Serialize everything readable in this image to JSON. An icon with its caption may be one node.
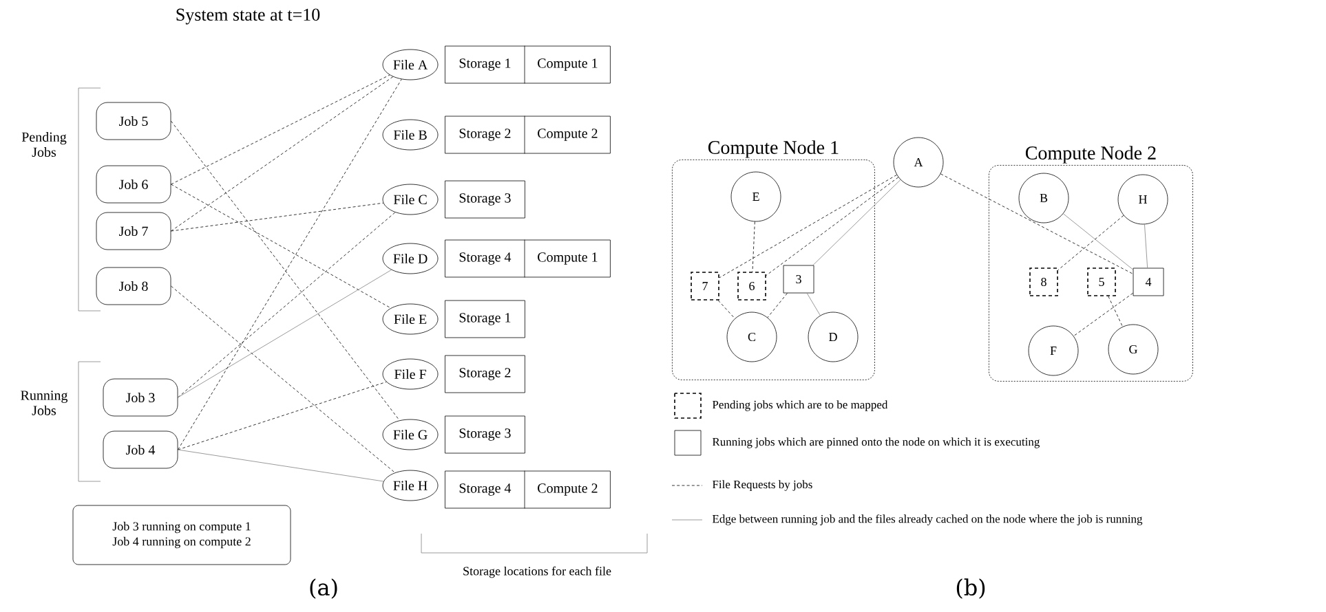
{
  "diagram": {
    "title": "System state at t=10",
    "nodes": [
      {
        "text": [
          "Job 5"
        ]
      },
      {
        "text": [
          "Job 6"
        ]
      },
      {
        "text": [
          "Job 7"
        ]
      },
      {
        "text": [
          "Job 8"
        ]
      },
      {
        "text": [
          "Job 3"
        ]
      },
      {
        "text": [
          "Job 4"
        ]
      },
      {
        "text": [
          "File A"
        ]
      },
      {
        "text": [
          "File B"
        ]
      },
      {
        "text": [
          "File C"
        ]
      },
      {
        "text": [
          "File D"
        ]
      },
      {
        "text": [
          "File E"
        ]
      },
      {
        "text": [
          "File F"
        ]
      },
      {
        "text": [
          "File G"
        ]
      },
      {
        "text": [
          "File H"
        ]
      },
      {
        "text": [
          "Storage 1",
          "Compute 1"
        ]
      },
      {
        "text": [
          "Storage 2",
          "Compute 2"
        ]
      },
      {
        "text": [
          "Storage 3"
        ]
      },
      {
        "text": [
          "Storage 4",
          "Compute 1"
        ]
      },
      {
        "text": [
          "Storage 1"
        ]
      },
      {
        "text": [
          "Storage 2"
        ]
      },
      {
        "text": [
          "Storage 3"
        ]
      },
      {
        "text": [
          "Storage 4",
          "Compute 2"
        ]
      },
      {
        "text": [
          "Job 3 running on compute 1",
          "Job 4 running on compute 2"
        ]
      },
      {
        "text": [
          "Compute Node 1"
        ]
      },
      {
        "text": [
          "E"
        ],
        "in": 23
      },
      {
        "text": [
          "7"
        ],
        "in": 23
      },
      {
        "text": [
          "6"
        ],
        "in": 23
      },
      {
        "text": [
          "3"
        ],
        "in": 23
      },
      {
        "text": [
          "C"
        ],
        "in": 23
      },
      {
        "text": [
          "D"
        ],
        "in": 23
      },
      {
        "text": [
          "A"
        ]
      },
      {
        "text": [
          "Compute Node 2"
        ]
      },
      {
        "text": [
          "B"
        ],
        "in": 31
      },
      {
        "text": [
          "H"
        ],
        "in": 31
      },
      {
        "text": [
          "8"
        ],
        "in": 31
      },
      {
        "text": [
          "5"
        ],
        "in": 31
      },
      {
        "text": [
          "4"
        ],
        "in": 31
      },
      {
        "text": [
          "F"
        ],
        "in": 31
      },
      {
        "text": [
          "G"
        ],
        "in": 31
      }
    ],
    "edges": [
      {
        "from": 0,
        "to": 12,
        "arrow": "none",
        "style": "dashed"
      },
      {
        "from": 1,
        "to": 6,
        "arrow": "none",
        "style": "dashed"
      },
      {
        "from": 1,
        "to": 10,
        "arrow": "none",
        "style": "dashed"
      },
      {
        "from": 2,
        "to": 6,
        "arrow": "none",
        "style": "dashed"
      },
      {
        "from": 2,
        "to": 8,
        "arrow": "none",
        "style": "dashed"
      },
      {
        "from": 3,
        "to": 13,
        "arrow": "none",
        "style": "dashed"
      },
      {
        "from": 4,
        "to": 8,
        "arrow": "none",
        "style": "dashed"
      },
      {
        "from": 4,
        "to": 9,
        "arrow": "none",
        "color": "#808080"
      },
      {
        "from": 5,
        "to": 6,
        "arrow": "none",
        "style": "dashed"
      },
      {
        "from": 5,
        "to": 11,
        "arrow": "none",
        "style": "dashed"
      },
      {
        "from": 5,
        "to": 13,
        "arrow": "none",
        "color": "#808080"
      },
      {
        "from": 30,
        "to": 25,
        "arrow": "none",
        "style": "dashed"
      },
      {
        "from": 30,
        "to": 26,
        "arrow": "none",
        "style": "dashed"
      },
      {
        "from": 30,
        "to": 27,
        "arrow": "none",
        "color": "#808080"
      },
      {
        "from": 30,
        "to": 36,
        "arrow": "none",
        "style": "dashed"
      },
      {
        "from": 24,
        "to": 26,
        "arrow": "none",
        "style": "dashed"
      },
      {
        "from": 25,
        "to": 28,
        "arrow": "none",
        "style": "dashed"
      },
      {
        "from": 27,
        "to": 28,
        "arrow": "none",
        "style": "dashed"
      },
      {
        "from": 27,
        "to": 29,
        "arrow": "none",
        "color": "#808080"
      },
      {
        "from": 32,
        "to": 36,
        "arrow": "none",
        "color": "#808080"
      },
      {
        "from": 33,
        "to": 36,
        "arrow": "none",
        "color": "#808080"
      },
      {
        "from": 33,
        "to": 34,
        "arrow": "none",
        "style": "dashed"
      },
      {
        "from": 36,
        "to": 37,
        "arrow": "none",
        "style": "dashed"
      },
      {
        "from": 35,
        "to": 38,
        "arrow": "none",
        "style": "dashed"
      }
    ],
    "labels": [
      "Pending Jobs",
      "Running Jobs",
      "Storage locations for each file",
      "(a)",
      "(b)"
    ],
    "legend": [
      {
        "text": "Pending jobs which are to be mapped"
      },
      {
        "text": "Running jobs which are pinned onto the node on which it is executing"
      },
      {
        "text": "File Requests by jobs"
      },
      {
        "text": "Edge between running job and the files already cached on the node where the job is running"
      }
    ]
  }
}
